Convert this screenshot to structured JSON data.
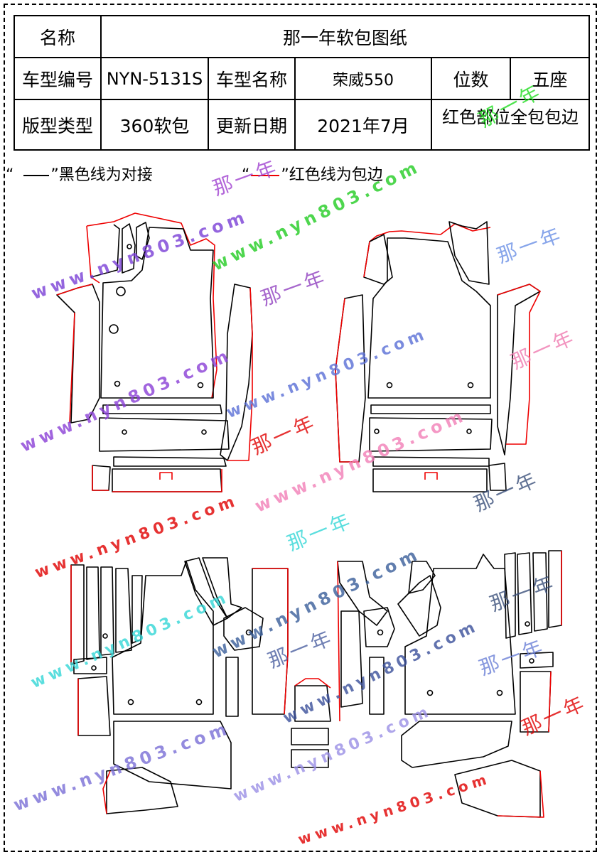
{
  "table": {
    "r1": {
      "label": "名称",
      "value": "那一年软包图纸"
    },
    "r2": {
      "label1": "车型编号",
      "value1": "NYN-5131S",
      "label2": "车型名称",
      "value2": "荣威550",
      "label3": "位数",
      "value3": "五座"
    },
    "r3": {
      "label1": "版型类型",
      "value1": "360软包",
      "label2": "更新日期",
      "value2": "2021年7月",
      "note": "红色部位全包包边"
    }
  },
  "legend": {
    "open1": "“",
    "black_text": "”黑色线为对接",
    "open2": "“",
    "red_text": "”红色线为包边"
  },
  "colors": {
    "black_line": "#000000",
    "red_line": "#e00000"
  },
  "watermarks": {
    "url": "www.nyn803.com",
    "brand": "那一年"
  }
}
